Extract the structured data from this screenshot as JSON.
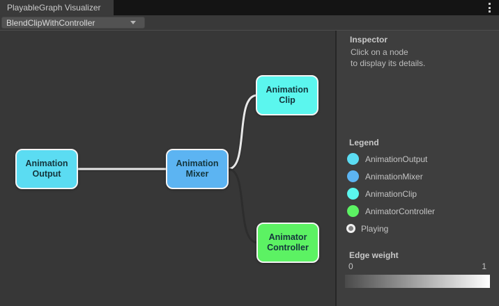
{
  "window": {
    "title": "PlayableGraph Visualizer",
    "menu_icon": "kebab-menu"
  },
  "toolbar": {
    "graph_dropdown": {
      "value": "BlendClipWithController"
    }
  },
  "graph": {
    "nodes": [
      {
        "id": "animation-output",
        "label": "Animation Output",
        "line1": "Animation",
        "line2": "Output",
        "color": "#5bdcf2"
      },
      {
        "id": "animation-mixer",
        "label": "Animation Mixer",
        "line1": "Animation",
        "line2": "Mixer",
        "color": "#5cb4f2"
      },
      {
        "id": "animation-clip",
        "label": "Animation Clip",
        "line1": "Animation",
        "line2": "Clip",
        "color": "#5bf6ee"
      },
      {
        "id": "animator-controller",
        "label": "Animator Controller",
        "line1": "Animator",
        "line2": "Controller",
        "color": "#5cf263"
      }
    ],
    "edges": [
      {
        "from": "animation-output",
        "to": "animation-mixer",
        "color": "#e8e8e8"
      },
      {
        "from": "animation-mixer",
        "to": "animation-clip",
        "color": "#e8e8e8"
      },
      {
        "from": "animation-mixer",
        "to": "animator-controller",
        "color": "#2d2d2d"
      }
    ]
  },
  "inspector": {
    "title": "Inspector",
    "hint_line1": "Click on a node",
    "hint_line2": "to display its details."
  },
  "legend": {
    "title": "Legend",
    "items": [
      {
        "label": "AnimationOutput",
        "color": "#5bdcf2"
      },
      {
        "label": "AnimationMixer",
        "color": "#5cb4f2"
      },
      {
        "label": "AnimationClip",
        "color": "#5bf6ee"
      },
      {
        "label": "AnimatorController",
        "color": "#5cf263"
      },
      {
        "label": "Playing",
        "color": "#7f7f7f",
        "ring_color": "#f0f0f0"
      }
    ]
  },
  "edge_weight": {
    "title": "Edge weight",
    "min_label": "0",
    "max_label": "1",
    "gradient_start": "#4a4a4a",
    "gradient_end": "#ffffff"
  }
}
